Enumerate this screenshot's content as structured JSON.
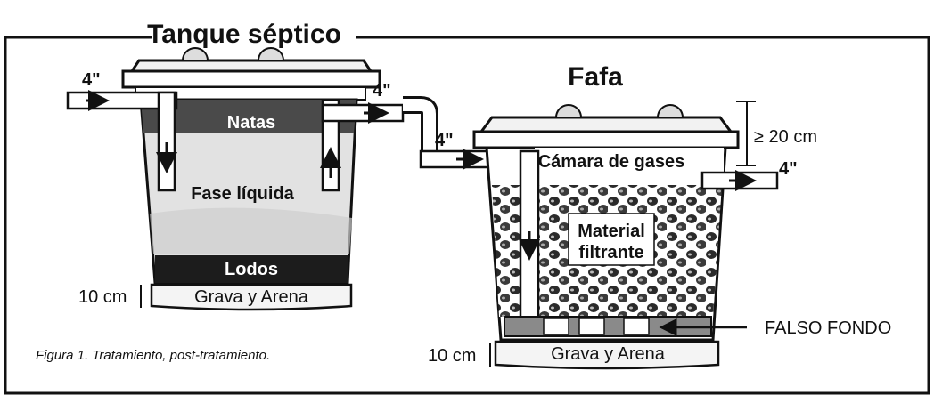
{
  "septic_tank": {
    "title": "Tanque séptico",
    "inlet_size": "4\"",
    "outlet_size": "4\"",
    "layers": [
      "Natas",
      "Fase líquida",
      "Lodos"
    ],
    "base_height": "10 cm",
    "base_label": "Grava y Arena"
  },
  "fafa": {
    "title": "Fafa",
    "inlet_size": "4\"",
    "outlet_size": "4\"",
    "gas_chamber_label": "Cámara de gases",
    "gas_height": "≥ 20 cm",
    "filter_label_line1": "Material",
    "filter_label_line2": "filtrante",
    "false_bottom_label": "FALSO FONDO",
    "base_height": "10 cm",
    "base_label": "Grava y Arena"
  },
  "caption": "Figura 1. Tratamiento, post-tratamiento.",
  "colors": {
    "ink": "#111111",
    "scum": "#4a4a4a",
    "liquid": "#e2e2e2",
    "sludge": "#1c1c1c",
    "base": "#f4f4f4"
  }
}
